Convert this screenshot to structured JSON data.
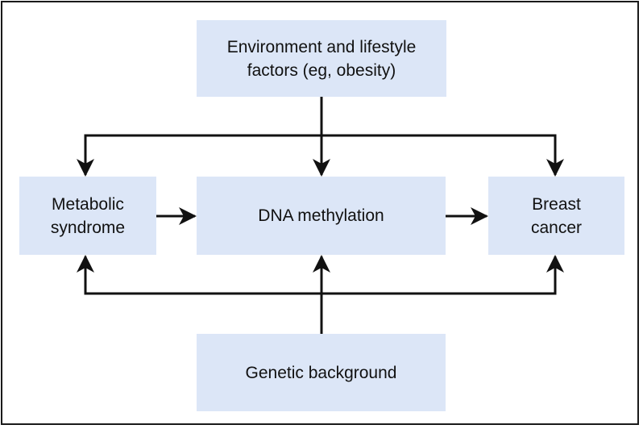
{
  "nodes": {
    "environment": {
      "line1": "Environment and lifestyle",
      "line2": "factors (eg, obesity)"
    },
    "metabolic": {
      "line1": "Metabolic",
      "line2": "syndrome"
    },
    "dna": {
      "label": "DNA methylation"
    },
    "breast": {
      "line1": "Breast",
      "line2": "cancer"
    },
    "genetic": {
      "label": "Genetic background"
    }
  },
  "edges": [
    {
      "from": "environment",
      "to": "metabolic"
    },
    {
      "from": "environment",
      "to": "dna"
    },
    {
      "from": "environment",
      "to": "breast"
    },
    {
      "from": "metabolic",
      "to": "dna"
    },
    {
      "from": "dna",
      "to": "breast"
    },
    {
      "from": "genetic",
      "to": "metabolic"
    },
    {
      "from": "genetic",
      "to": "dna"
    },
    {
      "from": "genetic",
      "to": "breast"
    }
  ],
  "colors": {
    "box_fill": "#dce6f7",
    "line": "#111111",
    "frame": "#1a1a1a"
  }
}
